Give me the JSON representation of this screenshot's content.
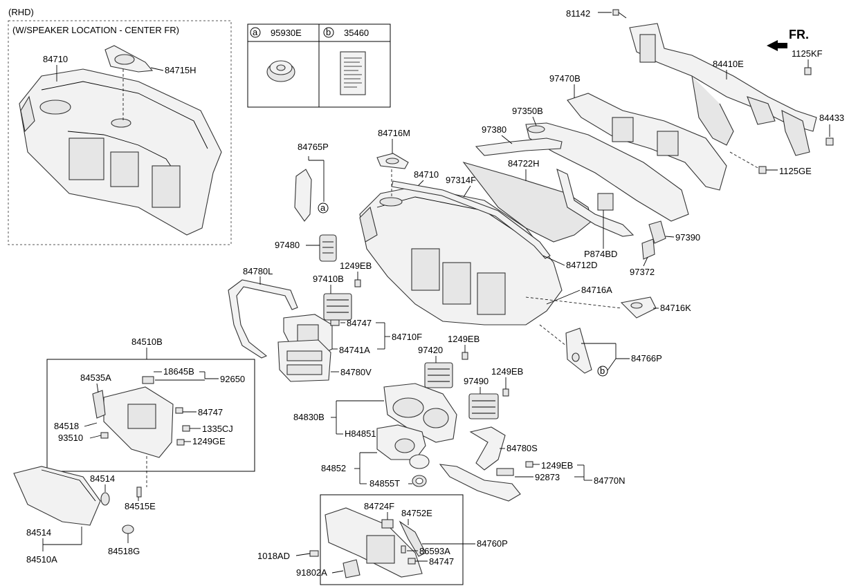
{
  "header": {
    "region_note": "(RHD)",
    "inset_title": "(W/SPEAKER LOCATION - CENTER FR)",
    "direction_label": "FR."
  },
  "legend": {
    "a_marker": "a",
    "a_part": "95930E",
    "b_marker": "b",
    "b_part": "35460"
  },
  "labels": {
    "inset_84710": "84710",
    "inset_84715H": "84715H",
    "p81142": "81142",
    "p1125KF": "1125KF",
    "p84410E": "84410E",
    "p84433": "84433",
    "p1125GE": "1125GE",
    "p97470B": "97470B",
    "p97350B": "97350B",
    "p97380": "97380",
    "p84716M": "84716M",
    "p84765P": "84765P",
    "p84710": "84710",
    "p97314F": "97314F",
    "p84722H": "84722H",
    "p97480": "97480",
    "pP874BD": "P874BD",
    "p97390": "97390",
    "p84712D": "84712D",
    "p97372": "97372",
    "p84780L": "84780L",
    "p1249EB_1": "1249EB",
    "p97410B": "97410B",
    "p84716A": "84716A",
    "p84716K": "84716K",
    "p84747_1": "84747",
    "p84710F": "84710F",
    "p84741A": "84741A",
    "p1249EB_2": "1249EB",
    "p97420": "97420",
    "p84766P": "84766P",
    "p84780V": "84780V",
    "p84510B": "84510B",
    "p84535A": "84535A",
    "p18645B": "18645B",
    "p92650": "92650",
    "p1249EB_3": "1249EB",
    "p97490": "97490",
    "p84747_2": "84747",
    "p84518": "84518",
    "p1335CJ": "1335CJ",
    "p93510": "93510",
    "p1249GE": "1249GE",
    "p84830B": "84830B",
    "pH84851": "H84851",
    "p84780S": "84780S",
    "p84852": "84852",
    "p1249EB_4": "1249EB",
    "p92873": "92873",
    "p84770N": "84770N",
    "p84855T": "84855T",
    "p84514_1": "84514",
    "p84515E": "84515E",
    "p84514_2": "84514",
    "p84518G": "84518G",
    "p84510A": "84510A",
    "p84724F": "84724F",
    "p84752E": "84752E",
    "p84760P": "84760P",
    "p86593A": "86593A",
    "p1018AD": "1018AD",
    "p84747_3": "84747",
    "p91802A": "91802A"
  }
}
